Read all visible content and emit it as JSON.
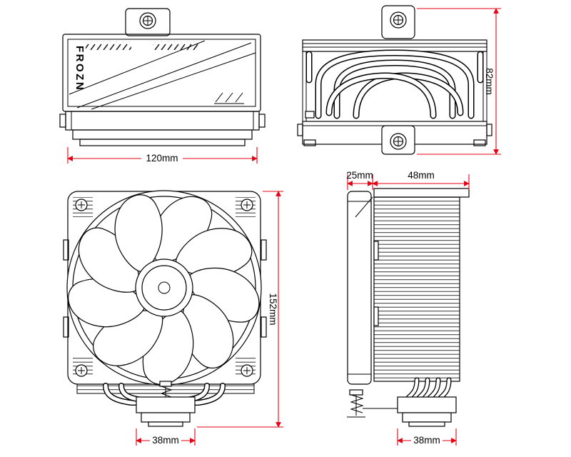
{
  "diagram": {
    "brand": "FROZN",
    "colors": {
      "line": "#000000",
      "dimension_red": "#e60012",
      "background": "#ffffff"
    },
    "views": {
      "top": {
        "width": "120mm"
      },
      "rear": {
        "height": "82mm"
      },
      "front": {
        "height": "152mm",
        "base_width": "38mm"
      },
      "side": {
        "fan_depth": "25mm",
        "heatsink_depth": "48mm",
        "base_width": "38mm"
      }
    }
  }
}
